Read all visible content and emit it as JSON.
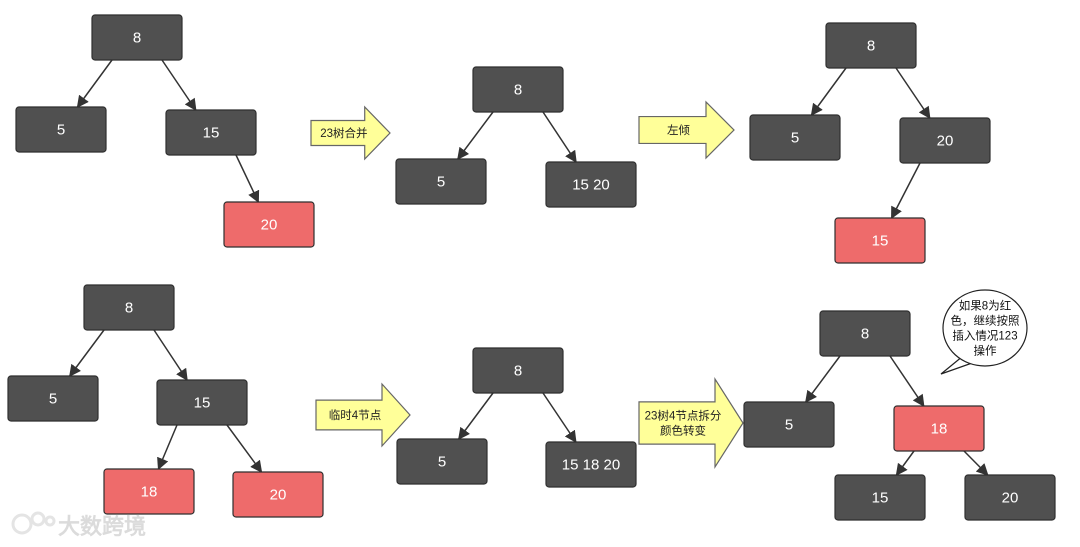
{
  "colors": {
    "dark_node": "#505050",
    "red_node": "#EE6B6B",
    "node_border": "#2f2f2f",
    "node_text": "#ffffff",
    "edge": "#333333",
    "arrow_fill": "#FFFF99",
    "arrow_stroke": "#666666",
    "watermark": "#cfcfcf"
  },
  "nodes": [
    {
      "id": "a8",
      "label": "8",
      "color": "dark"
    },
    {
      "id": "a5",
      "label": "5",
      "color": "dark"
    },
    {
      "id": "a15",
      "label": "15",
      "color": "dark"
    },
    {
      "id": "a20",
      "label": "20",
      "color": "red"
    },
    {
      "id": "b8",
      "label": "8",
      "color": "dark"
    },
    {
      "id": "b5",
      "label": "5",
      "color": "dark"
    },
    {
      "id": "b1520",
      "label": "15 20",
      "color": "dark"
    },
    {
      "id": "c8",
      "label": "8",
      "color": "dark"
    },
    {
      "id": "c5",
      "label": "5",
      "color": "dark"
    },
    {
      "id": "c20",
      "label": "20",
      "color": "dark"
    },
    {
      "id": "c15",
      "label": "15",
      "color": "red"
    },
    {
      "id": "d8",
      "label": "8",
      "color": "dark"
    },
    {
      "id": "d5",
      "label": "5",
      "color": "dark"
    },
    {
      "id": "d15",
      "label": "15",
      "color": "dark"
    },
    {
      "id": "d18",
      "label": "18",
      "color": "red"
    },
    {
      "id": "d20",
      "label": "20",
      "color": "red"
    },
    {
      "id": "e8",
      "label": "8",
      "color": "dark"
    },
    {
      "id": "e5",
      "label": "5",
      "color": "dark"
    },
    {
      "id": "e151820",
      "label": "15 18 20",
      "color": "dark"
    },
    {
      "id": "f8",
      "label": "8",
      "color": "dark"
    },
    {
      "id": "f5",
      "label": "5",
      "color": "dark"
    },
    {
      "id": "f18",
      "label": "18",
      "color": "red"
    },
    {
      "id": "f15",
      "label": "15",
      "color": "dark"
    },
    {
      "id": "f20",
      "label": "20",
      "color": "dark"
    }
  ],
  "edges": [
    [
      "a8",
      "a5"
    ],
    [
      "a8",
      "a15"
    ],
    [
      "a15",
      "a20"
    ],
    [
      "b8",
      "b5"
    ],
    [
      "b8",
      "b1520"
    ],
    [
      "c8",
      "c5"
    ],
    [
      "c8",
      "c20"
    ],
    [
      "c20",
      "c15"
    ],
    [
      "d8",
      "d5"
    ],
    [
      "d8",
      "d15"
    ],
    [
      "d15",
      "d18"
    ],
    [
      "d15",
      "d20"
    ],
    [
      "e8",
      "e5"
    ],
    [
      "e8",
      "e151820"
    ],
    [
      "f8",
      "f5"
    ],
    [
      "f8",
      "f18"
    ],
    [
      "f18",
      "f15"
    ],
    [
      "f18",
      "f20"
    ]
  ],
  "arrows": [
    {
      "id": "arrow1",
      "lines": [
        "23树合并"
      ]
    },
    {
      "id": "arrow2",
      "lines": [
        "左倾"
      ]
    },
    {
      "id": "arrow3",
      "lines": [
        "临时4节点"
      ]
    },
    {
      "id": "arrow4",
      "lines": [
        "23树4节点拆分",
        "颜色转变"
      ]
    }
  ],
  "callout": {
    "lines": [
      "如果8为红",
      "色，继续按照",
      "插入情况123",
      "操作"
    ]
  },
  "watermark": {
    "text": "大数跨境"
  }
}
